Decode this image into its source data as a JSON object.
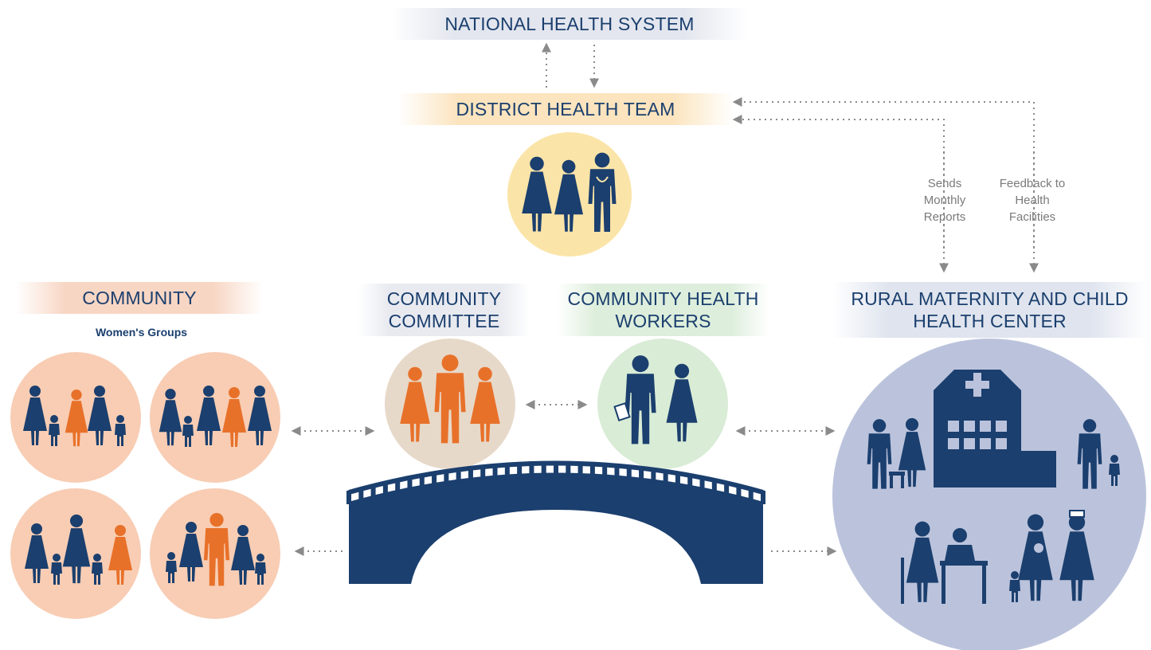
{
  "nodes": {
    "national": "NATIONAL HEALTH SYSTEM",
    "district": "DISTRICT HEALTH TEAM",
    "community": "COMMUNITY",
    "womens_groups": "Women's Groups",
    "committee": "COMMUNITY COMMITTEE",
    "chw": "COMMUNITY HEALTH WORKERS",
    "rural": "RURAL MATERNITY AND CHILD HEALTH CENTER"
  },
  "edges": {
    "sends_reports": "Sends Monthly Reports",
    "feedback": "Feedback to Health Facilities"
  },
  "icons": {
    "district": "health-team-people-icon",
    "womens_groups": "family-group-icon",
    "committee": "committee-people-icon",
    "chw": "health-worker-people-icon",
    "bridge": "bridge-icon",
    "rural": "health-center-scene-icon"
  },
  "colors": {
    "navy": "#1b3f6e",
    "orange": "#e8712a",
    "peach": "#f8cdb4",
    "yellow": "#fbe4a8",
    "beige": "#e7d9c9",
    "mint": "#d9ecd6",
    "lavender": "#bbc3dc",
    "arrow_gray": "#8a8a8a"
  }
}
